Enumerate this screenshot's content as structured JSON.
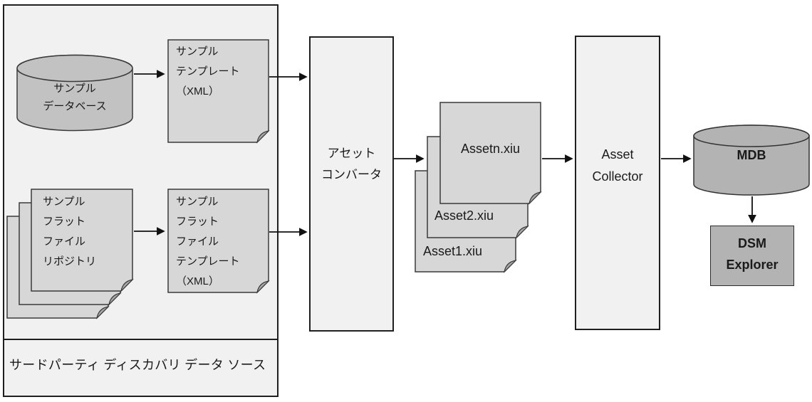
{
  "colors": {
    "background": "#ffffff",
    "container_fill": "#f1f1f1",
    "process_fill": "#f1f1f1",
    "document_fill": "#d7d7d7",
    "fold_fill": "#a8a8a8",
    "source_cylinder_fill": "#c2c2c2",
    "mdb_fill": "#b3b3b3",
    "dsm_fill": "#b3b3b3",
    "border": "#1f1f1f",
    "arrow": "#111111"
  },
  "diagram": {
    "source_container": {
      "shape": "group-box",
      "label": "サードパーティ ディスカバリ データ ソース"
    },
    "sample_database": {
      "shape": "cylinder",
      "lines": [
        "サンプル",
        "データベース"
      ]
    },
    "sample_template": {
      "shape": "document",
      "lines": [
        "サンプル",
        "テンプレート",
        "（XML）"
      ]
    },
    "flat_file_repository": {
      "shape": "document-stack",
      "lines": [
        "サンプル",
        "フラット",
        "ファイル",
        "リポジトリ"
      ]
    },
    "flat_file_template": {
      "shape": "document",
      "lines": [
        "サンプル",
        "フラット",
        "ファイル",
        "テンプレート",
        "（XML）"
      ]
    },
    "asset_converter": {
      "shape": "process-box",
      "lines": [
        "アセット",
        "コンバータ"
      ]
    },
    "asset_files": {
      "shape": "document-stack",
      "front_label": "Assetn.xiu",
      "middle_label": "Asset2.xiu",
      "back_label": "Asset1.xiu"
    },
    "asset_collector": {
      "shape": "process-box",
      "lines": [
        "Asset",
        "Collector"
      ]
    },
    "mdb": {
      "shape": "cylinder",
      "label": "MDB"
    },
    "dsm_explorer": {
      "shape": "box",
      "lines": [
        "DSM",
        "Explorer"
      ]
    },
    "connections": [
      {
        "from": "sample_database",
        "to": "sample_template"
      },
      {
        "from": "sample_template",
        "to": "asset_converter"
      },
      {
        "from": "flat_file_repository",
        "to": "flat_file_template"
      },
      {
        "from": "flat_file_template",
        "to": "asset_converter"
      },
      {
        "from": "asset_converter",
        "to": "asset_files"
      },
      {
        "from": "asset_files",
        "to": "asset_collector"
      },
      {
        "from": "asset_collector",
        "to": "mdb"
      },
      {
        "from": "mdb",
        "to": "dsm_explorer"
      }
    ]
  }
}
